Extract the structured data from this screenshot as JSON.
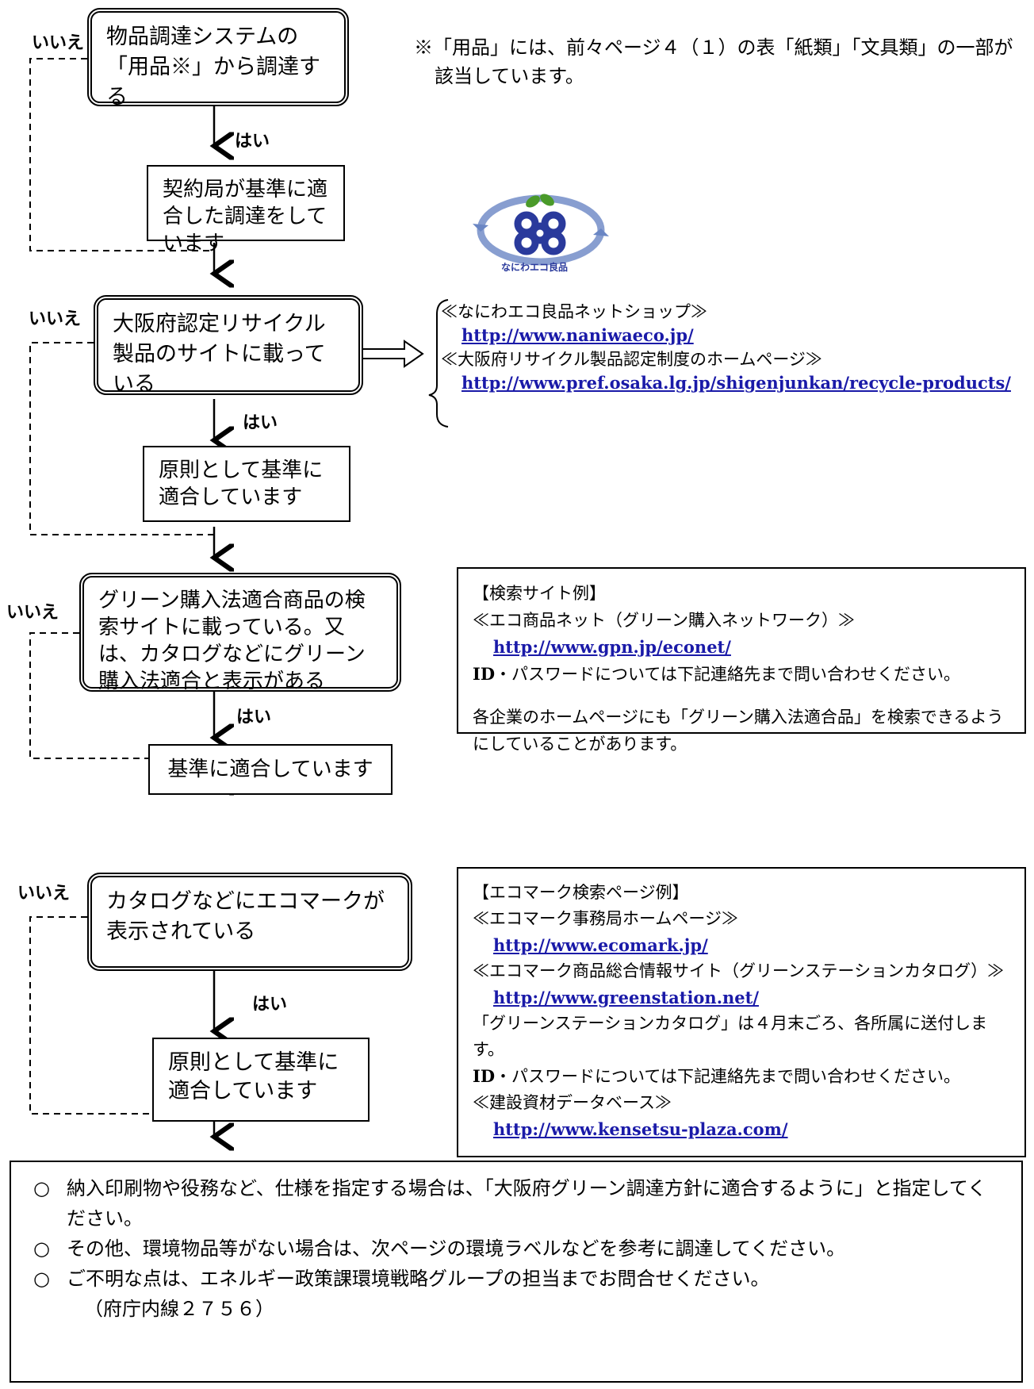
{
  "flow": {
    "q1": {
      "text": "物品調達システムの「用品※」から調達する",
      "yes": "はい",
      "no": "いいえ",
      "result": "契約局が基準に適合した調達をしています"
    },
    "q1_note": "※「用品」には、前々ページ４（１）の表「紙類」「文具類」の一部が該当しています。",
    "q2": {
      "text": "大阪府認定リサイクル製品のサイトに載っている",
      "yes": "はい",
      "no": "いいえ",
      "result": "原則として基準に適合しています"
    },
    "q2_links": {
      "line1": "≪なにわエコ良品ネットショップ≫",
      "url1": "http://www.naniwaeco.jp/",
      "line2": "≪大阪府リサイクル製品認定制度のホームページ≫",
      "url2": "http://www.pref.osaka.lg.jp/shigenjunkan/recycle-products/"
    },
    "logo_text": "なにわエコ良品",
    "q3": {
      "text": "グリーン購入法適合商品の検索サイトに載っている。又は、カタログなどにグリーン購入法適合と表示がある",
      "yes": "はい",
      "no": "いいえ",
      "result": "基準に適合しています"
    },
    "q3_box": {
      "title": "【検索サイト例】",
      "line1": "≪エコ商品ネット（グリーン購入ネットワーク）≫",
      "url1": "http://www.gpn.jp/econet/",
      "id_prefix": "ID",
      "id_text": "・パスワードについては下記連絡先まで問い合わせください。",
      "para": "各企業のホームページにも「グリーン購入法適合品」を検索できるようにしていることがあります。"
    },
    "q4": {
      "text": "カタログなどにエコマークが表示されている",
      "yes": "はい",
      "no": "いいえ",
      "result": "原則として基準に適合しています"
    },
    "q4_box": {
      "title": "【エコマーク検索ページ例】",
      "line1": "≪エコマーク事務局ホームページ≫",
      "url1": "http://www.ecomark.jp/",
      "line2": "≪エコマーク商品総合情報サイト（グリーンステーションカタログ）≫",
      "url2": "http://www.greenstation.net/",
      "line3": "「グリーンステーションカタログ」は４月末ごろ、各所属に送付します。",
      "id_prefix": "ID",
      "id_text": "・パスワードについては下記連絡先まで問い合わせください。",
      "line4": "≪建設資材データベース≫",
      "url3": "http://www.kensetsu-plaza.com/"
    }
  },
  "footer": {
    "bullet": "○",
    "item1": "納入印刷物や役務など、仕様を指定する場合は、「大阪府グリーン調達方針に適合するように」と指定してください。",
    "item2": "その他、環境物品等がない場合は、次ページの環境ラベルなどを参考に調達してください。",
    "item3": "ご不明な点は、エネルギー政策課環境戦略グループの担当までお問合せください。",
    "item3b": "（府庁内線２７５６）"
  },
  "colors": {
    "link": "#1a1aa8",
    "logo_blue": "#2a3a9c",
    "logo_green": "#4a9a2a",
    "logo_ring": "#6a86c4"
  }
}
